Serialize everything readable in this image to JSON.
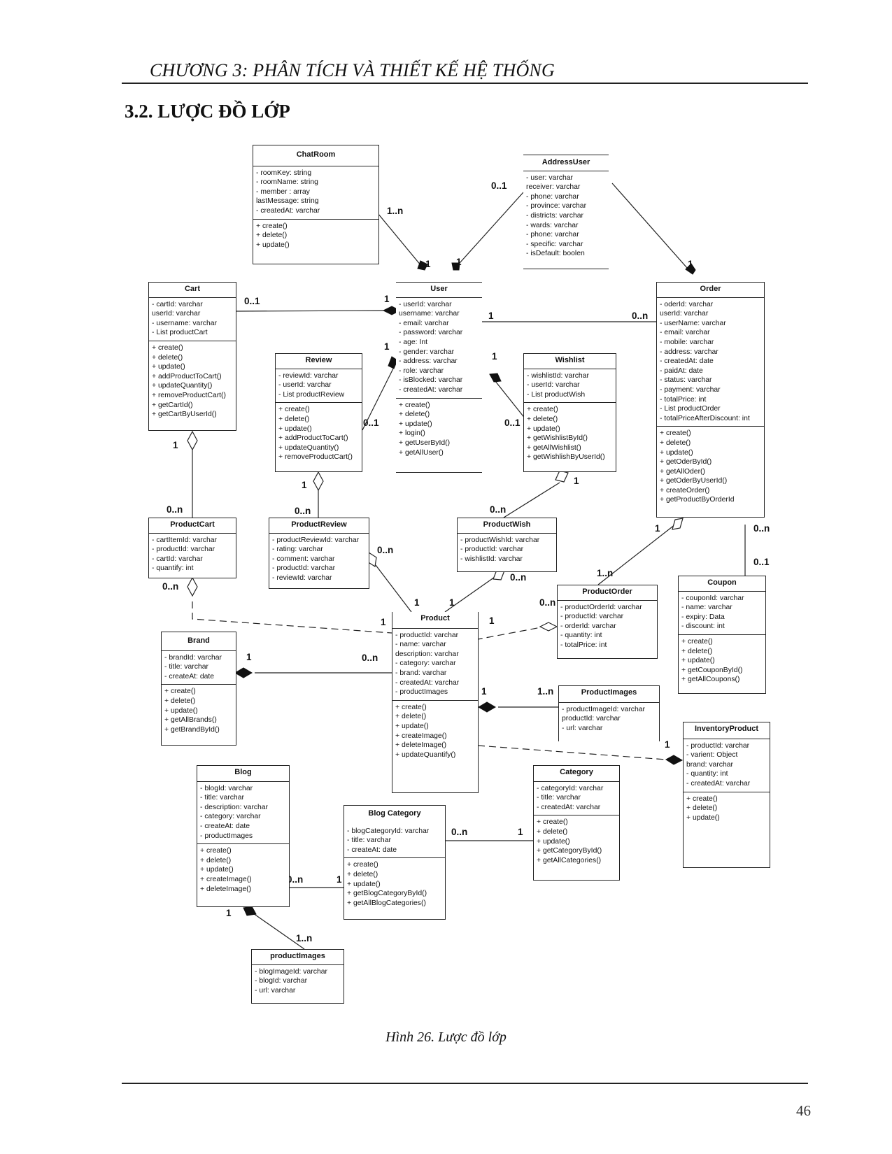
{
  "header": {
    "chapter": "CHƯƠNG 3: PHÂN TÍCH VÀ THIẾT KẾ HỆ THỐNG"
  },
  "section": {
    "heading": "3.2. LƯỢC ĐỒ LỚP"
  },
  "figure": {
    "caption": "Hình 26. Lược đồ lớp"
  },
  "footer": {
    "page_number": "46"
  },
  "classes": {
    "chatroom": {
      "name": "ChatRoom",
      "attrs": [
        "- roomKey: string",
        "- roomName: string",
        "- member : array",
        "  lastMessage: string",
        "- createdAt: varchar"
      ],
      "methods": [
        "+ create()",
        "+ delete()",
        "+ update()"
      ]
    },
    "addressuser": {
      "name": "AddressUser",
      "attrs": [
        "- user: varchar",
        "  receiver: varchar",
        "- phone: varchar",
        "- province: varchar",
        "- districts: varchar",
        "- wards: varchar",
        "- phone: varchar",
        "- specific: varchar",
        "- isDefault: boolen"
      ]
    },
    "cart": {
      "name": "Cart",
      "attrs": [
        "- cartId: varchar",
        "  userId: varchar",
        "- username: varchar",
        "- List productCart"
      ],
      "methods": [
        "+ create()",
        "+ delete()",
        "+ update()",
        "+ addProductToCart()",
        "+ updateQuantity()",
        "+ removeProductCart()",
        "+ getCartId()",
        "+ getCartByUserId()"
      ]
    },
    "user": {
      "name": "User",
      "attrs": [
        "- userId: varchar",
        "  username: varchar",
        "- email: varchar",
        "- password: varchar",
        "- age: Int",
        "- gender: varchar",
        "- address: varchar",
        "- role: varchar",
        "- isBlocked: varchar",
        "- createdAt: varchar"
      ],
      "methods": [
        "+ create()",
        "+ delete()",
        "+ update()",
        "+ login()",
        "+ getUserById()",
        "+ getAllUser()"
      ]
    },
    "order": {
      "name": "Order",
      "attrs": [
        "- oderId: varchar",
        "  userId: varchar",
        "- userName: varchar",
        "- email: varchar",
        "- mobile: varchar",
        "- address: varchar",
        "- createdAt: date",
        "- paidAt: date",
        "- status: varchar",
        "- payment: varchar",
        "- totalPrice: int",
        "- List productOrder",
        "- totalPriceAfterDiscount: int"
      ],
      "methods": [
        "+ create()",
        "+ delete()",
        "+ update()",
        "+ getOderById()",
        "+ getAllOder()",
        "+ getOderByUserId()",
        "+ createOrder()",
        "+ getProductByOrderId"
      ]
    },
    "review": {
      "name": "Review",
      "attrs": [
        "- reviewId: varchar",
        "- userId: varchar",
        "- List productReview"
      ],
      "methods": [
        "+ create()",
        "+ delete()",
        "+ update()",
        "+ addProductToCart()",
        "+ updateQuantity()",
        "+ removeProductCart()"
      ]
    },
    "wishlist": {
      "name": "Wishlist",
      "attrs": [
        "- wishlistId: varchar",
        "- userId: varchar",
        "- List productWish"
      ],
      "methods": [
        "+ create()",
        "+ delete()",
        "+ update()",
        "+ getWishlistById()",
        "+ getAllWishlist()",
        "+ getWishlishByUserId()"
      ]
    },
    "productcart": {
      "name": "ProductCart",
      "attrs": [
        "- cartItemId: varchar",
        "- productId: varchar",
        "- cartId: varchar",
        "- quantify: int"
      ]
    },
    "productreview": {
      "name": "ProductReview",
      "attrs": [
        "- productReviewId: varchar",
        "- rating: varchar",
        "- comment: varchar",
        "- productId: varchar",
        "- reviewId: varchar"
      ]
    },
    "productwish": {
      "name": "ProductWish",
      "attrs": [
        "- productWishId: varchar",
        "- productId: varchar",
        "- wishlistId: varchar"
      ]
    },
    "productorder": {
      "name": "ProductOrder",
      "attrs": [
        "- productOrderId: varchar",
        "- productId: varchar",
        "- orderId: varchar",
        "- quantity: int",
        "- totalPrice: int"
      ]
    },
    "coupon": {
      "name": "Coupon",
      "attrs": [
        "- couponId: varchar",
        "- name: varchar",
        "- expiry: Data",
        "- discount: int"
      ],
      "methods": [
        "+ create()",
        "+ delete()",
        "+ update()",
        "+ getCouponById()",
        "+ getAllCoupons()"
      ]
    },
    "brand": {
      "name": "Brand",
      "attrs": [
        "- brandId: varchar",
        "- title: varchar",
        "- createAt: date"
      ],
      "methods": [
        "+ create()",
        "+ delete()",
        "+ update()",
        "+ getAllBrands()",
        "+ getBrandById()"
      ]
    },
    "product": {
      "name": "Product",
      "attrs": [
        "- productId: varchar",
        "- name: varchar",
        "  description: varchar",
        "- category: varchar",
        "- brand: varchar",
        "- createdAt: varchar",
        "- productImages"
      ],
      "methods": [
        "+ create()",
        "+ delete()",
        "+ update()",
        "+ createImage()",
        "+ deleteImage()",
        "+ updateQuantify()"
      ]
    },
    "productimages": {
      "name": "ProductImages",
      "attrs": [
        "- productImageId: varchar",
        "  productId: varchar",
        "- url: varchar"
      ]
    },
    "inventoryproduct": {
      "name": "InventoryProduct",
      "attrs": [
        "- productId: varchar",
        "- varient: Object",
        "  brand: varchar",
        "- quantity: int",
        "- createdAt: varchar"
      ],
      "methods": [
        "+ create()",
        "+ delete()",
        "+ update()"
      ]
    },
    "blog": {
      "name": "Blog",
      "attrs": [
        "- blogId: varchar",
        "- title: varchar",
        "- description: varchar",
        "- category: varchar",
        "- createAt: date",
        "- productImages"
      ],
      "methods": [
        "+ create()",
        "+ delete()",
        "+ update()",
        "+ createImage()",
        "+ deleteImage()"
      ]
    },
    "category": {
      "name": "Category",
      "attrs": [
        "- categoryId: varchar",
        "- title: varchar",
        "- createdAt: varchar"
      ],
      "methods": [
        "+ create()",
        "+ delete()",
        "+ update()",
        "+ getCategoryById()",
        "+ getAllCategories()"
      ]
    },
    "blogcategory": {
      "name": "Blog Category",
      "attrs": [
        "- blogCategoryId: varchar",
        "- title: varchar",
        "- createAt: date"
      ],
      "methods": [
        "+ create()",
        "+ delete()",
        "+ update()",
        "+ getBlogCategoryById()",
        "+ getAllBlogCategories()"
      ]
    },
    "blogimages": {
      "name": "productImages",
      "attrs": [
        "- blogImageId: varchar",
        "- blogId: varchar",
        "- url: varchar"
      ]
    }
  },
  "multiplicities": {
    "chatroom_user": "1..n",
    "user_chatroom": "1",
    "address_user": "0..1",
    "user_address": "1",
    "address_order": "1",
    "cart_user": "0..1",
    "user_cart": "1",
    "user_order": "1",
    "order_user": "0..n",
    "user_review": "1",
    "review_user": "0..1",
    "user_wishlist": "1",
    "wishlist_user": "0..1",
    "cart_productcart": "1",
    "productcart_cart": "0..n",
    "review_productreview": "1",
    "productreview_review": "0..n",
    "wishlist_productwish": "1",
    "productwish_wishlist": "0..n",
    "order_productorder": "1",
    "productorder_order": "1..n",
    "order_coupon": "0..n",
    "coupon_order": "0..1",
    "productcart_product": "0..n",
    "product_productcart": "1",
    "productreview_product": "0..n",
    "product_productreview": "1",
    "productwish_product": "0..n",
    "product_productwish": "1",
    "productorder_product": "0..n",
    "product_productorder": "1",
    "brand_product": "1",
    "product_brand": "0..n",
    "product_images": "1",
    "images_product": "1..n",
    "inventory_product": "1",
    "blog_blogcategory": "0..n",
    "blogcategory_blog": "1",
    "blogcategory_category": "0..n",
    "category_blogcategory": "1",
    "blog_blogimages": "1",
    "blogimages_blog": "1..n"
  }
}
